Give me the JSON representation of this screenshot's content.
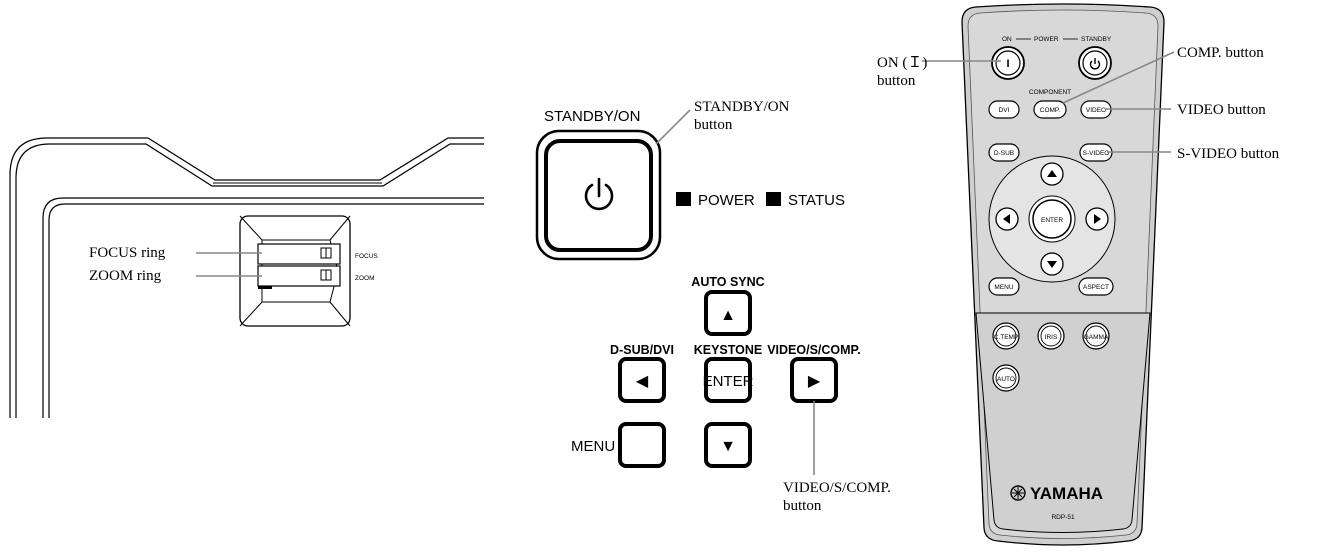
{
  "projector_lens": {
    "focus_ring_label": "FOCUS ring",
    "zoom_ring_label": "ZOOM ring",
    "focus_mark": "FOCUS",
    "zoom_mark": "ZOOM"
  },
  "control_panel": {
    "standby_on_heading": "STANDBY/ON",
    "standby_on_callout_line1": "STANDBY/ON",
    "standby_on_callout_line2": "button",
    "power_indicator": "POWER",
    "status_indicator": "STATUS",
    "auto_sync": "AUTO SYNC",
    "dsub_dvi": "D-SUB/DVI",
    "keystone": "KEYSTONE",
    "video_s_comp": "VIDEO/S/COMP.",
    "enter": "ENTER",
    "menu": "MENU",
    "up_arrow": "▲",
    "left_arrow": "◀",
    "right_arrow": "▶",
    "down_arrow": "▼",
    "video_callout_line1": "VIDEO/S/COMP.",
    "video_callout_line2": "button"
  },
  "remote": {
    "on_label": "ON",
    "power_label": "POWER",
    "standby_label": "STANDBY",
    "on_button_glyph": "I",
    "component_label": "COMPONENT",
    "dvi": "DVI",
    "comp": "COMP.",
    "video": "VIDEO",
    "dsub": "D-SUB",
    "svideo": "S-VIDEO",
    "enter": "ENTER",
    "menu": "MENU",
    "aspect": "ASPECT",
    "ctemp": "C.TEMP",
    "iris": "IRIS",
    "gamma": "GAMMA",
    "auto": "AUTO",
    "brand": "YAMAHA",
    "model": "RDP-51"
  },
  "remote_callouts": {
    "on_button_line1": "ON (Ｉ)",
    "on_button_line2": "button",
    "comp_button": "COMP. button",
    "video_button": "VIDEO button",
    "svideo_button": "S-VIDEO button"
  }
}
